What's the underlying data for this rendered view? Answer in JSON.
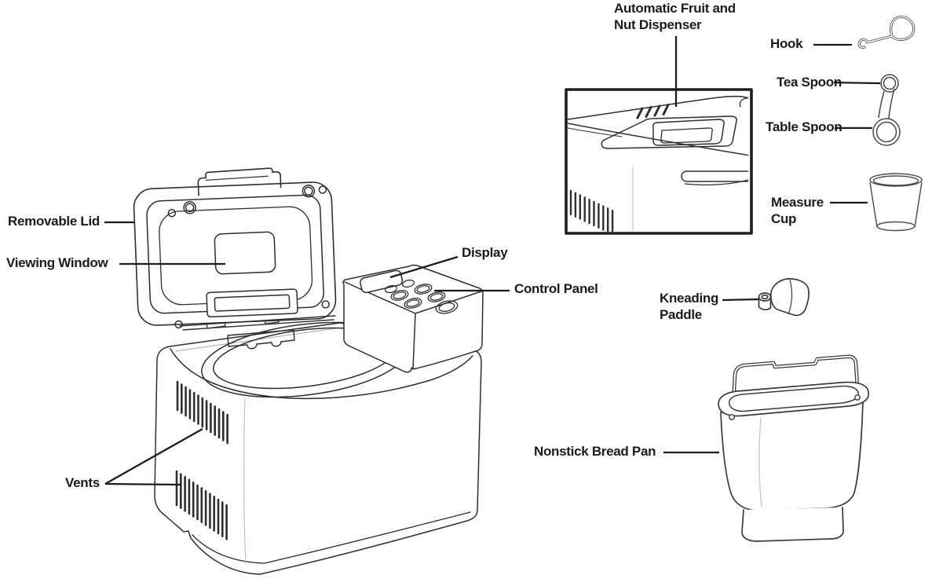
{
  "labels": {
    "removable_lid": "Removable Lid",
    "viewing_window": "Viewing Window",
    "display": "Display",
    "control_panel": "Control Panel",
    "vents": "Vents",
    "fruit_nut_dispenser": "Automatic Fruit and Nut Dispenser",
    "fruit_nut_dispenser_lines": [
      "Automatic Fruit and",
      "Nut Dispenser"
    ],
    "hook": "Hook",
    "tea_spoon": "Tea Spoon",
    "table_spoon": "Table Spoon",
    "measure_cup": "Measure Cup",
    "measure_cup_lines": [
      "Measure",
      "Cup"
    ],
    "kneading_paddle": "Kneading Paddle",
    "kneading_paddle_lines": [
      "Kneading",
      "Paddle"
    ],
    "nonstick_bread_pan": "Nonstick Bread Pan"
  },
  "colors": {
    "background": "#ffffff",
    "line_art": "#2e2e2e",
    "tool_line_art": "#4a4a4a",
    "label_text": "#1b1b1b",
    "leader_line": "#1b1b1b",
    "inset_border": "#1e1e1e"
  }
}
